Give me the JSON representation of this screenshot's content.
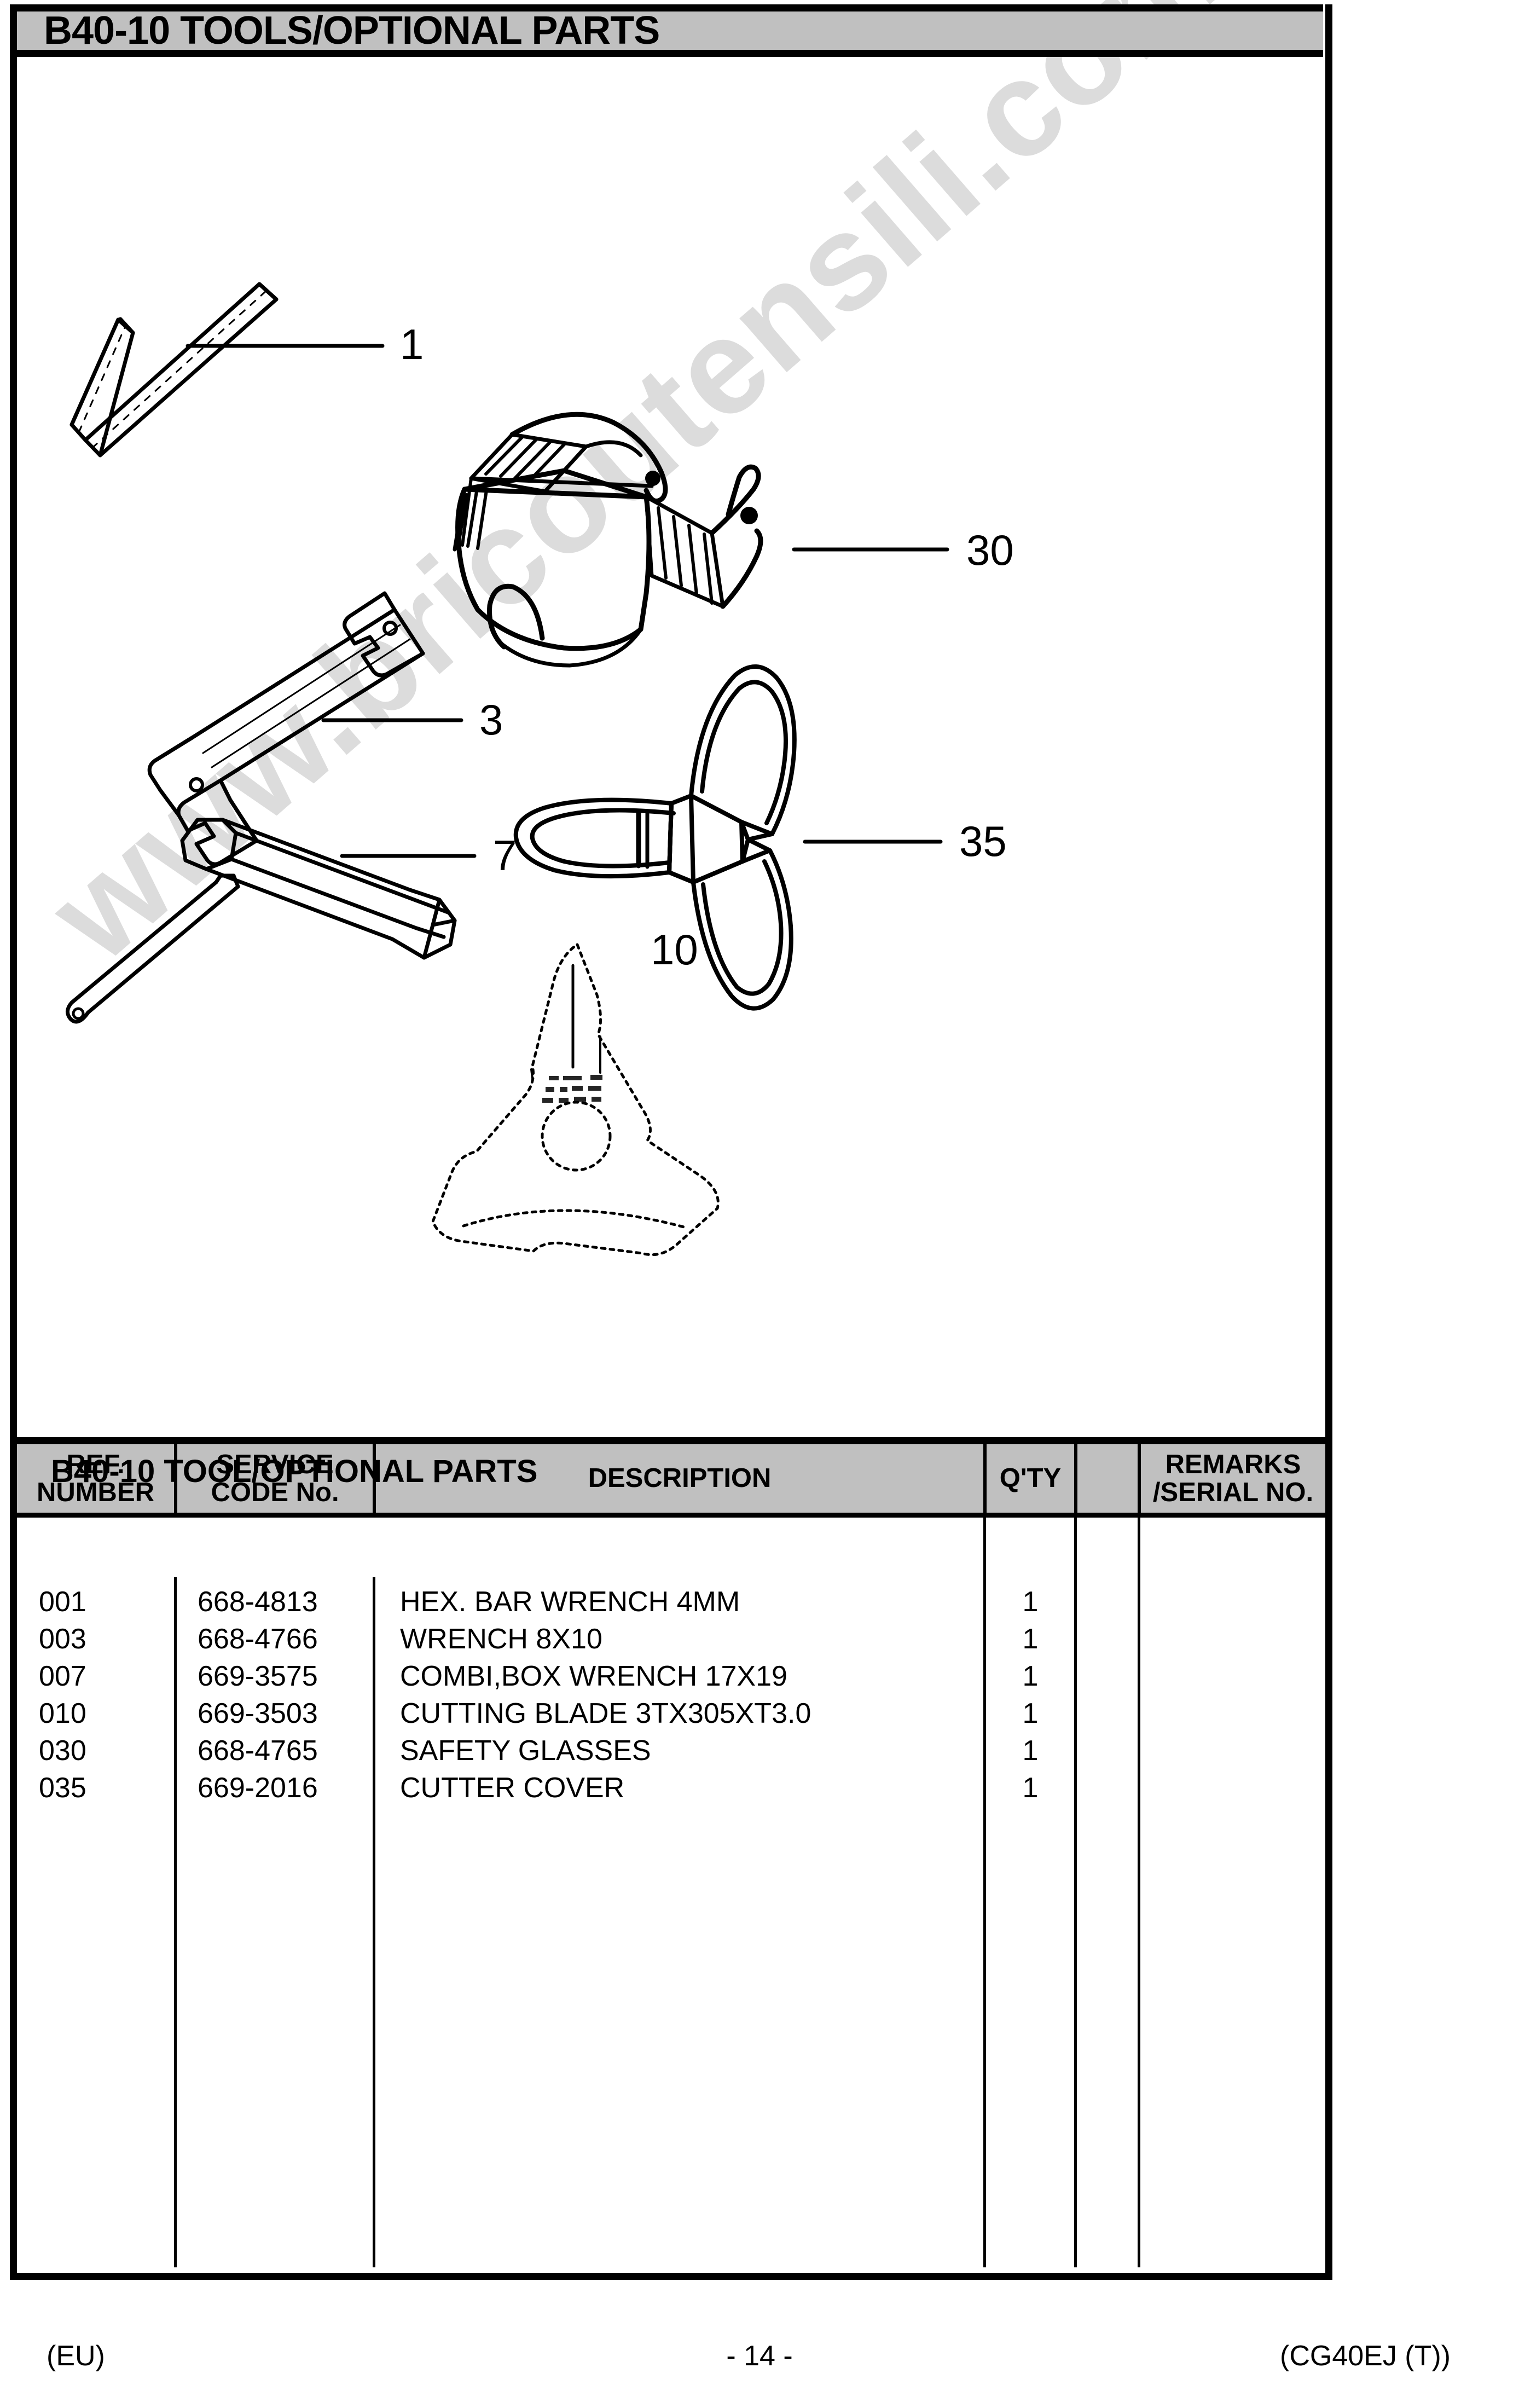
{
  "page": {
    "title": "B40-10 TOOLS/OPTIONAL PARTS",
    "watermark": "www.bricoutensili.com"
  },
  "footer": {
    "left": "(EU)",
    "center": "- 14 -",
    "right": "(CG40EJ (T))"
  },
  "table": {
    "headers": {
      "ref_number_line1": "REF.",
      "ref_number_line2": "NUMBER",
      "service_code_line1": "SERVICE",
      "service_code_line2": "CODE No.",
      "description": "DESCRIPTION",
      "qty": "Q'TY",
      "spacer": "",
      "remarks_line1": "REMARKS",
      "remarks_line2": "/SERIAL NO."
    },
    "section_title": "B40-10 TOOL/OPTIONAL PARTS",
    "rows": [
      {
        "ref": "001",
        "code": "668-4813",
        "description": "HEX. BAR WRENCH 4MM",
        "qty": "1",
        "spacer": "",
        "remarks": ""
      },
      {
        "ref": "003",
        "code": "668-4766",
        "description": "WRENCH 8X10",
        "qty": "1",
        "spacer": "",
        "remarks": ""
      },
      {
        "ref": "007",
        "code": "669-3575",
        "description": "COMBI,BOX WRENCH 17X19",
        "qty": "1",
        "spacer": "",
        "remarks": ""
      },
      {
        "ref": "010",
        "code": "669-3503",
        "description": "CUTTING BLADE 3TX305XT3.0",
        "qty": "1",
        "spacer": "",
        "remarks": ""
      },
      {
        "ref": "030",
        "code": "668-4765",
        "description": "SAFETY GLASSES",
        "qty": "1",
        "spacer": "",
        "remarks": ""
      },
      {
        "ref": "035",
        "code": "669-2016",
        "description": "CUTTER COVER",
        "qty": "1",
        "spacer": "",
        "remarks": ""
      }
    ]
  },
  "illustration": {
    "callouts": [
      {
        "id": "1",
        "label": "1",
        "part": "hex-bar-wrench"
      },
      {
        "id": "3",
        "label": "3",
        "part": "open-end-wrench"
      },
      {
        "id": "7",
        "label": "7",
        "part": "combi-box-wrench"
      },
      {
        "id": "10",
        "label": "10",
        "part": "cutting-blade"
      },
      {
        "id": "30",
        "label": "30",
        "part": "safety-glasses"
      },
      {
        "id": "35",
        "label": "35",
        "part": "cutter-cover"
      }
    ]
  },
  "colors": {
    "header_fill": "#c0c0c0",
    "line": "#000000",
    "watermark": "#dcdcdc"
  }
}
